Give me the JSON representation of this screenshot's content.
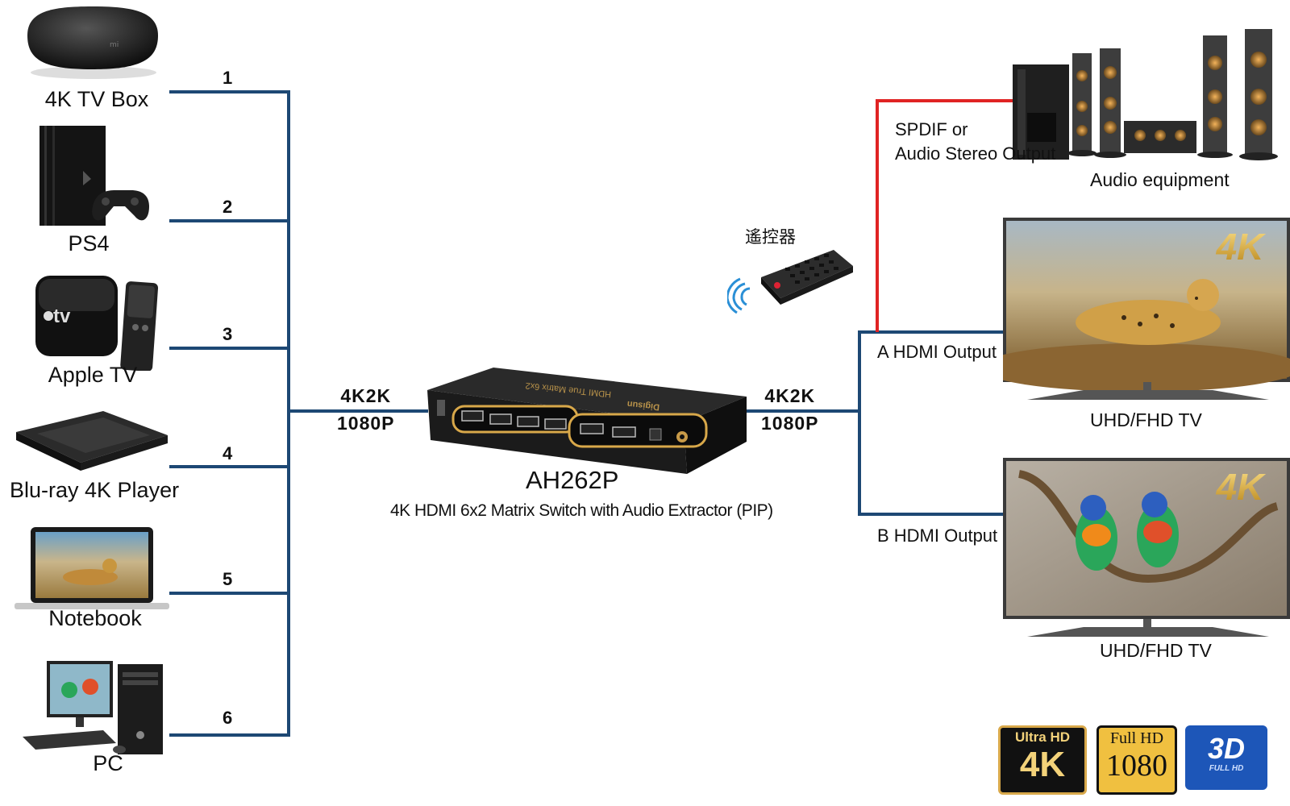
{
  "sources": [
    {
      "label": "4K TV Box",
      "port": "1"
    },
    {
      "label": "PS4",
      "port": "2"
    },
    {
      "label": "Apple TV",
      "port": "3"
    },
    {
      "label": "Blu-ray 4K Player",
      "port": "4"
    },
    {
      "label": "Notebook",
      "port": "5"
    },
    {
      "label": "PC",
      "port": "6"
    }
  ],
  "input_link": {
    "res1": "4K2K",
    "res2": "1080P"
  },
  "output_link": {
    "res1": "4K2K",
    "res2": "1080P"
  },
  "device": {
    "model": "AH262P",
    "description": "4K HDMI 6x2 Matrix Switch with Audio Extractor (PIP)",
    "face_text": "HDMI True Matrix 6x2",
    "brand": "Digisun"
  },
  "remote": {
    "label": "遙控器"
  },
  "audio": {
    "output_line1": "SPDIF  or",
    "output_line2": "Audio Stereo Output",
    "label": "Audio equipment"
  },
  "outputs": [
    {
      "label": "A  HDMI  Output",
      "tv_label": "UHD/FHD TV",
      "badge": "4K"
    },
    {
      "label": "B  HDMI  Output",
      "tv_label": "UHD/FHD TV",
      "badge": "4K"
    }
  ],
  "logos": {
    "uhd_top": "Ultra HD",
    "uhd_main": "4K",
    "fhd_top": "Full HD",
    "fhd_main": "1080",
    "td_main": "3D",
    "td_sub": "FULL HD"
  },
  "colors": {
    "wire": "#1d4874",
    "audio_wire": "#e02323",
    "gold": "#d8a84a"
  }
}
